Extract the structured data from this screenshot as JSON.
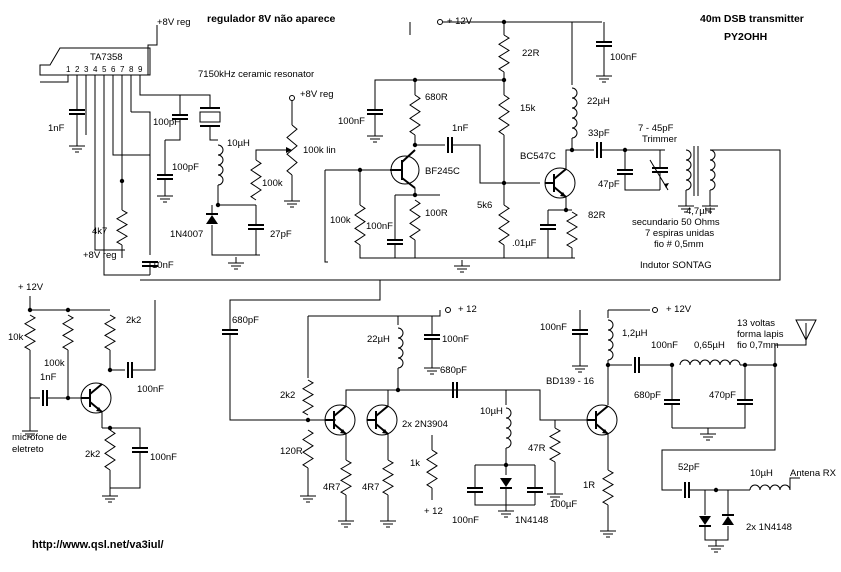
{
  "header": {
    "note": "regulador 8V não aparece",
    "title": "40m DSB transmitter",
    "callsign": "PY2OHH"
  },
  "footer": {
    "url": "http://www.qsl.net/va3iul/"
  },
  "ic": {
    "name": "TA7358",
    "pins": [
      "1",
      "2",
      "3",
      "4",
      "5",
      "6",
      "7",
      "8",
      "9"
    ]
  },
  "labels": {
    "v8reg_top": "+8V reg",
    "resonator": "7150kHz ceramic resonator",
    "v12_top": "+ 12V",
    "r22": "22R",
    "c100n_top": "100nF",
    "v8reg_pot": "+8V reg",
    "r680": "680R",
    "c100n_a": "100nF",
    "c1nF_left": "1nF",
    "c100p_1": "100pF",
    "c100p_2": "100pF",
    "l10u": "10µH",
    "pot100k": "100k lin",
    "r100k_a": "100k",
    "d1n4007": "1N4007",
    "c27p": "27pF",
    "c1nF_mid": "1nF",
    "bf245": "BF245C",
    "r15k": "15k",
    "l22u": "22µH",
    "bc547": "BC547C",
    "c33p": "33pF",
    "trimmer_range": "7 - 45pF",
    "trimmer": "Trimmer",
    "c47p": "47pF",
    "l4_7u": "4,7µH",
    "r82": "82R",
    "r5k6": "5k6",
    "c01u": ".01µF",
    "r100k_b": "100k",
    "c100n_b": "100nF",
    "r100": "100R",
    "r4k7": "4k7",
    "v8reg_left": "+8V reg",
    "c10n": "10nF",
    "sec1": "secundario 50 Ohms",
    "sec2": "7 espiras unidas",
    "sec3": "fio # 0,5mm",
    "inductor": "Indutor SONTAG",
    "v12_mic": "+ 12V",
    "r10k": "10k",
    "r100k_mic": "100k",
    "r2k2_mic": "2k2",
    "c1n_mic": "1nF",
    "c100n_mic": "100nF",
    "mic1": "microfone de",
    "mic2": "eletreto",
    "r2k2_low": "2k2",
    "c100n_low": "100nF",
    "c680p_in": "680pF",
    "v12_mid": "+ 12",
    "l22u_mid": "22µH",
    "c100n_mid": "100nF",
    "c680p_mid": "680pF",
    "r2k2_bias": "2k2",
    "n3904": "2x 2N3904",
    "r120": "120R",
    "r4r7_a": "4R7",
    "r4r7_b": "4R7",
    "l10u_mid": "10µH",
    "r1k": "1k",
    "r47": "47R",
    "v12_bot": "+ 12",
    "c100n_bot": "100nF",
    "d1n4148": "1N4148",
    "c100u": "100µF",
    "v12_pa": "+ 12V",
    "c100n_pa": "100nF",
    "l1_2u": "1,2µH",
    "bd139": "BD139 - 16",
    "r1r": "1R",
    "c100n_out": "100nF",
    "l0_65u": "0,65µH",
    "coil1": "13 voltas",
    "coil2": "forma lapis",
    "coil3": "fio 0,7mm",
    "c680p_out": "680pF",
    "c470p": "470pF",
    "c52p": "52pF",
    "l10u_rx": "10µH",
    "antena_rx": "Antena RX",
    "d2x4148": "2x 1N4148"
  }
}
